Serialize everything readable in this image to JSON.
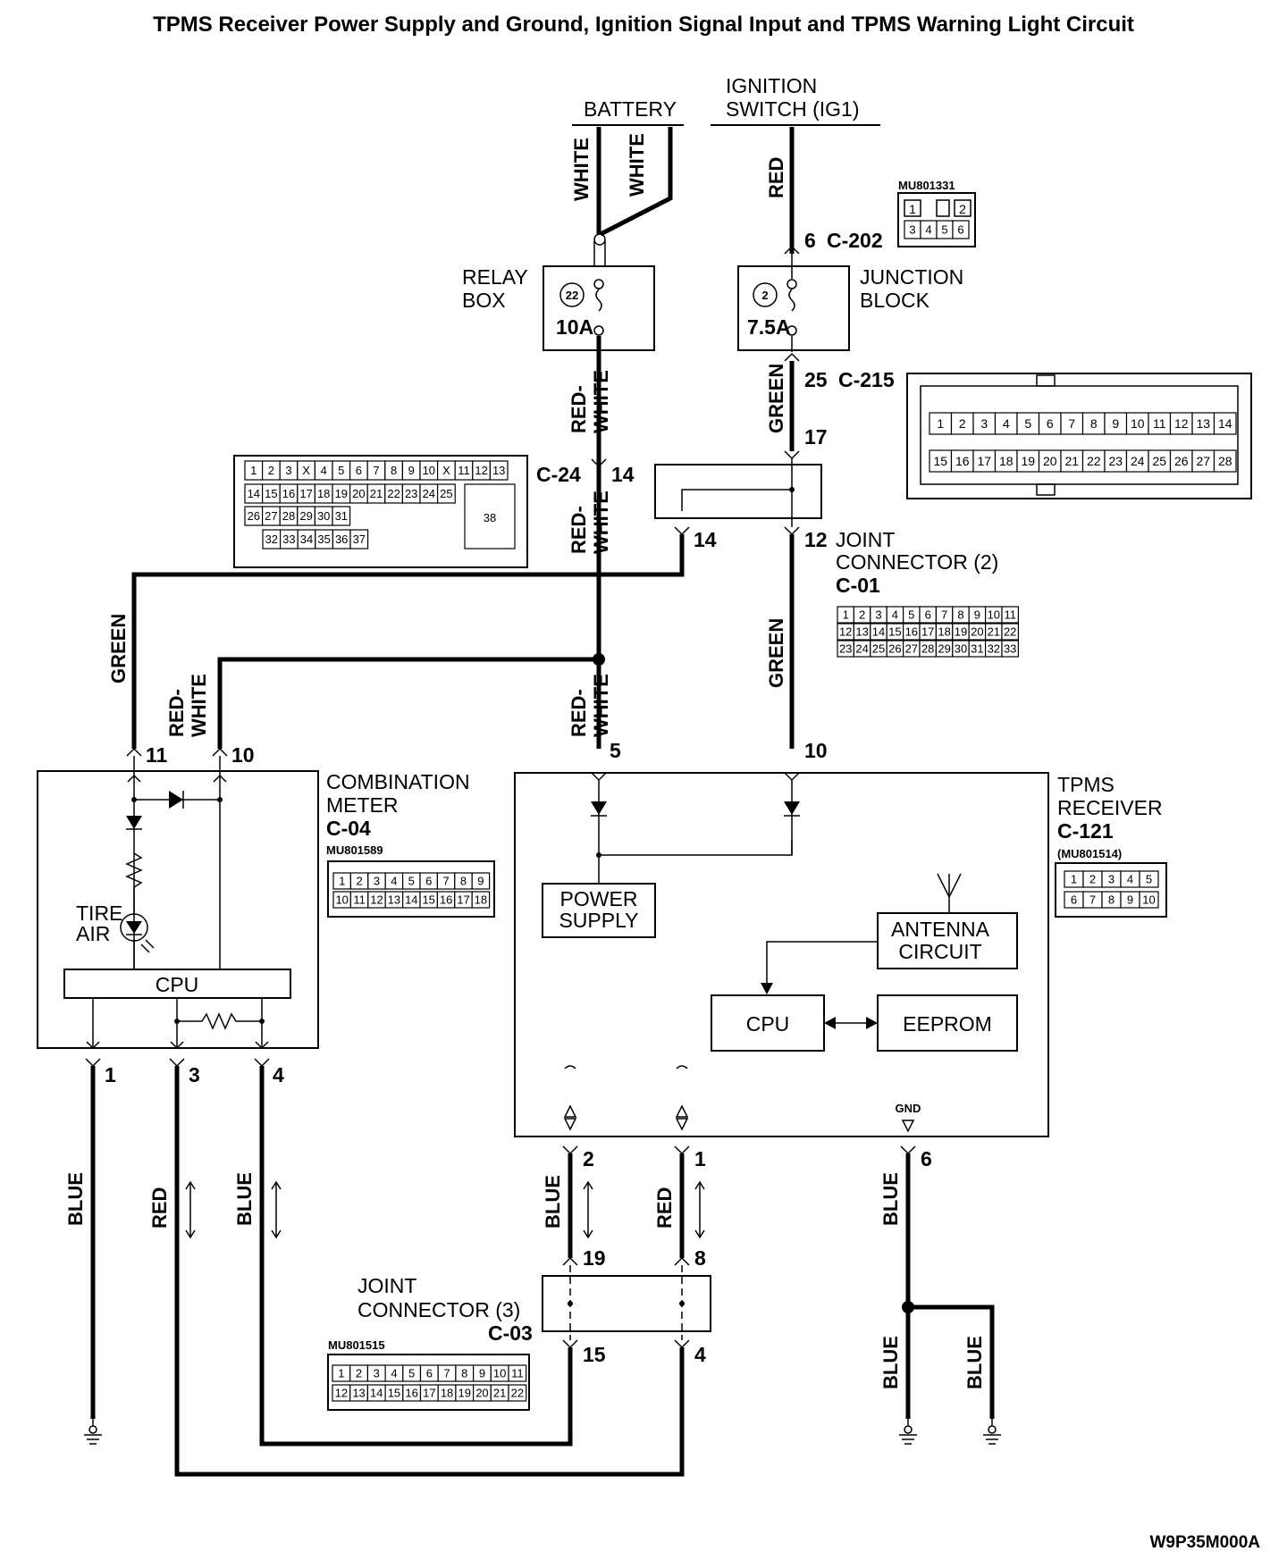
{
  "title": "TPMS Receiver Power Supply and Ground, Ignition Signal Input and TPMS Warning Light Circuit",
  "figure_code": "W9P35M000A",
  "sources": {
    "battery": "BATTERY",
    "ignition_line1": "IGNITION",
    "ignition_line2": "SWITCH (IG1)"
  },
  "blocks": {
    "relay_box_line1": "RELAY",
    "relay_box_line2": "BOX",
    "relay_fuse_no": "22",
    "relay_fuse_rating": "10A",
    "junction_line1": "JUNCTION",
    "junction_line2": "BLOCK",
    "junction_fuse_no": "2",
    "junction_fuse_rating": "7.5A",
    "joint2_line1": "JOINT",
    "joint2_line2": "CONNECTOR (2)",
    "joint2_id": "C-01",
    "joint3_line1": "JOINT",
    "joint3_line2": "CONNECTOR (3)",
    "joint3_id": "C-03",
    "combo_line1": "COMBINATION",
    "combo_line2": "METER",
    "combo_id": "C-04",
    "tpms_line1": "TPMS",
    "tpms_line2": "RECEIVER",
    "tpms_id": "C-121",
    "power_supply_line1": "POWER",
    "power_supply_line2": "SUPPLY",
    "antenna_line1": "ANTENNA",
    "antenna_line2": "CIRCUIT",
    "cpu": "CPU",
    "eeprom": "EEPROM",
    "meter_cpu": "CPU",
    "tire_air_line1": "TIRE",
    "tire_air_line2": "AIR",
    "gnd": "GND"
  },
  "connector_ids": {
    "c202": "C-202",
    "c215": "C-215",
    "c24": "C-24",
    "mu801331": "MU801331",
    "mu801589": "MU801589",
    "mu801514": "(MU801514)",
    "mu801515": "MU801515"
  },
  "pins": {
    "c202": "6",
    "c215": "25",
    "jb_out": "17",
    "c24": "14",
    "j2_left": "14",
    "j2_right": "12",
    "rx_pwr": "5",
    "rx_ig": "10",
    "m11": "11",
    "m10": "10",
    "m1": "1",
    "m3": "3",
    "m4": "4",
    "rx2": "2",
    "rx1": "1",
    "rx6": "6",
    "j3_19": "19",
    "j3_8": "8",
    "j3_15": "15",
    "j3_4": "4"
  },
  "wire_labels": {
    "white": "WHITE",
    "red": "RED",
    "green": "GREEN",
    "red_white_1": "RED-",
    "red_white_2": "WHITE",
    "blue": "BLUE"
  },
  "connector_faces": {
    "c24_row1": [
      "1",
      "2",
      "3",
      "X",
      "4",
      "5",
      "6",
      "7",
      "8",
      "9",
      "10",
      "X",
      "11",
      "12",
      "13"
    ],
    "c24_row2": [
      "14",
      "15",
      "16",
      "17",
      "18",
      "19",
      "20",
      "21",
      "22",
      "23",
      "24",
      "25"
    ],
    "c24_row3": [
      "26",
      "27",
      "28",
      "29",
      "30",
      "31"
    ],
    "c24_row4": [
      "32",
      "33",
      "34",
      "35",
      "36",
      "37"
    ],
    "c24_big": "38",
    "c215_row1": [
      "1",
      "2",
      "3",
      "4",
      "5",
      "6",
      "7",
      "8",
      "9",
      "10",
      "11",
      "12",
      "13",
      "14"
    ],
    "c215_row2": [
      "15",
      "16",
      "17",
      "18",
      "19",
      "20",
      "21",
      "22",
      "23",
      "24",
      "25",
      "26",
      "27",
      "28"
    ],
    "c202_row1": [
      "1",
      "2"
    ],
    "c202_row2": [
      "3",
      "4",
      "5",
      "6"
    ],
    "c01_row1": [
      "1",
      "2",
      "3",
      "4",
      "5",
      "6",
      "7",
      "8",
      "9",
      "10",
      "11"
    ],
    "c01_row2": [
      "12",
      "13",
      "14",
      "15",
      "16",
      "17",
      "18",
      "19",
      "20",
      "21",
      "22"
    ],
    "c01_row3": [
      "23",
      "24",
      "25",
      "26",
      "27",
      "28",
      "29",
      "30",
      "31",
      "32",
      "33"
    ],
    "c04_row1": [
      "1",
      "2",
      "3",
      "4",
      "5",
      "6",
      "7",
      "8",
      "9"
    ],
    "c04_row2": [
      "10",
      "11",
      "12",
      "13",
      "14",
      "15",
      "16",
      "17",
      "18"
    ],
    "c121_row1": [
      "1",
      "2",
      "3",
      "4",
      "5"
    ],
    "c121_row2": [
      "6",
      "7",
      "8",
      "9",
      "10"
    ],
    "c03_row1": [
      "1",
      "2",
      "3",
      "4",
      "5",
      "6",
      "7",
      "8",
      "9",
      "10",
      "11"
    ],
    "c03_row2": [
      "12",
      "13",
      "14",
      "15",
      "16",
      "17",
      "18",
      "19",
      "20",
      "21",
      "22"
    ]
  }
}
